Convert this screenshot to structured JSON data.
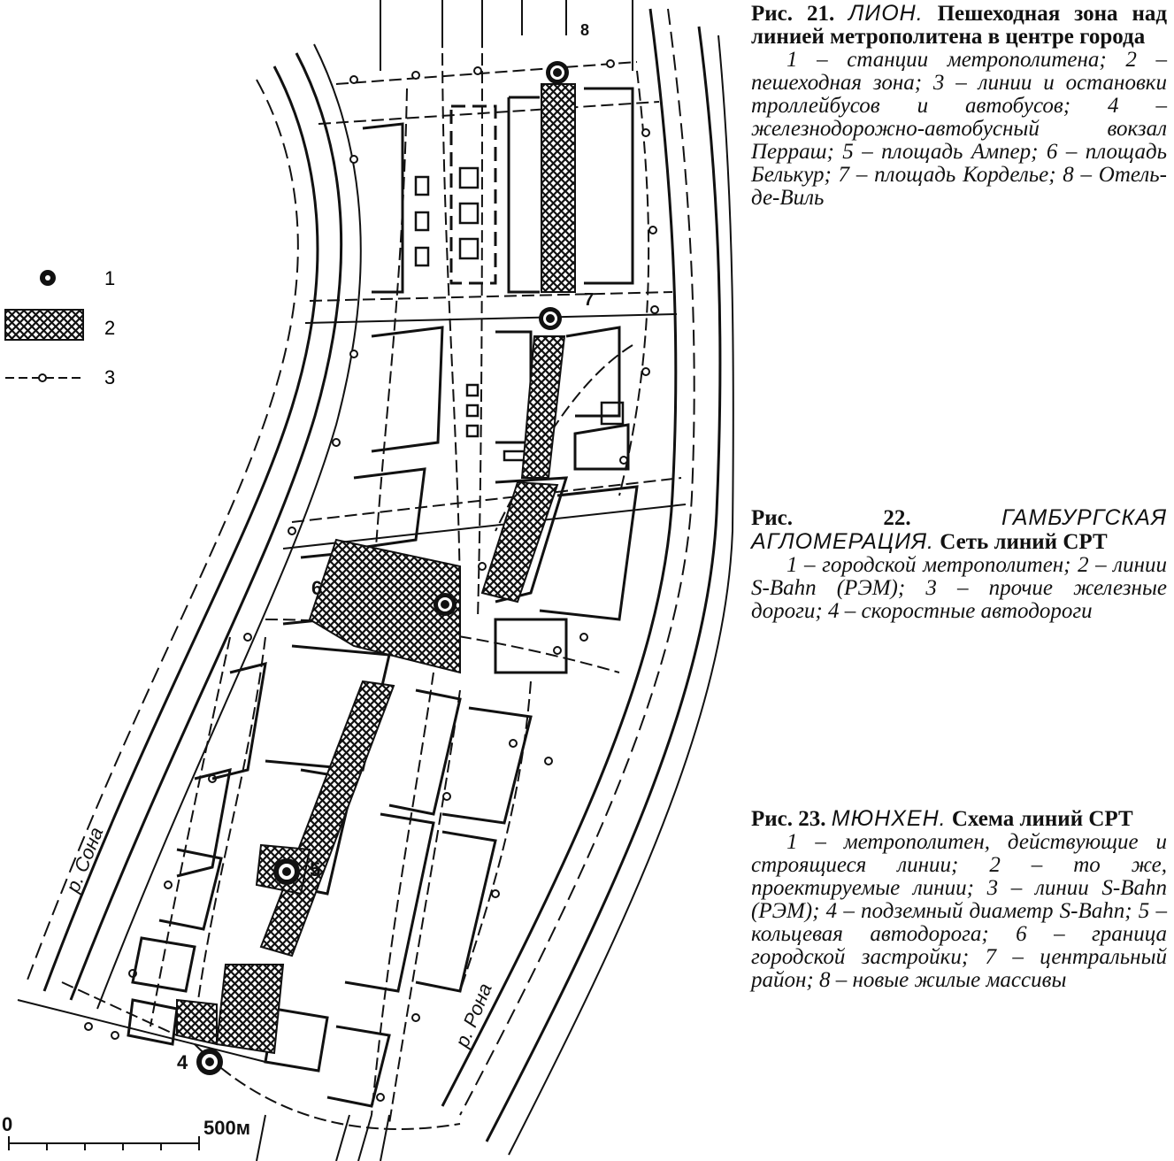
{
  "legend": {
    "items": [
      {
        "number": "1",
        "symbol": "metro-station"
      },
      {
        "number": "2",
        "symbol": "pedestrian-zone-hatch"
      },
      {
        "number": "3",
        "symbol": "bus-trolley-line"
      }
    ]
  },
  "map": {
    "river_left": "р. Сона",
    "river_right": "р. Рона",
    "labels": [
      "4",
      "5",
      "6",
      "7",
      "8"
    ],
    "scale": {
      "start": "0",
      "end": "500м"
    }
  },
  "captions": [
    {
      "head": "Рис. 21.",
      "city": "ЛИОН.",
      "title_rest": "Пешеходная зона над линией метрополитена в центре города",
      "body": "1 – станции метрополитена; 2 – пешеходная зона; 3 – линии и остановки троллейбусов и автобусов; 4 – железнодорожно-автобусный вокзал Перраш; 5 – площадь Ампер; 6 – площадь Белькур; 7 – площадь Корделье; 8 – Отель-де-Виль"
    },
    {
      "head": "Рис. 22.",
      "city": "ГАМБУРГСКАЯ АГЛОМЕРАЦИЯ.",
      "title_rest": "Сеть линий СРТ",
      "body": "1 – городской метрополитен; 2 – линии S-Bahn (РЭМ); 3 – прочие железные дороги; 4 – скоростные автодороги"
    },
    {
      "head": "Рис. 23.",
      "city": "МЮНХЕН.",
      "title_rest": "Схема линий СРТ",
      "body": "1 – метрополитен, действующие и строящиеся линии; 2 – то же, проектируемые линии; 3 – линии S-Bahn (РЭМ); 4 – подземный диаметр S-Bahn; 5 – кольцевая автодорога; 6 – граница городской застройки; 7 – центральный район; 8 – новые жилые массивы"
    }
  ]
}
